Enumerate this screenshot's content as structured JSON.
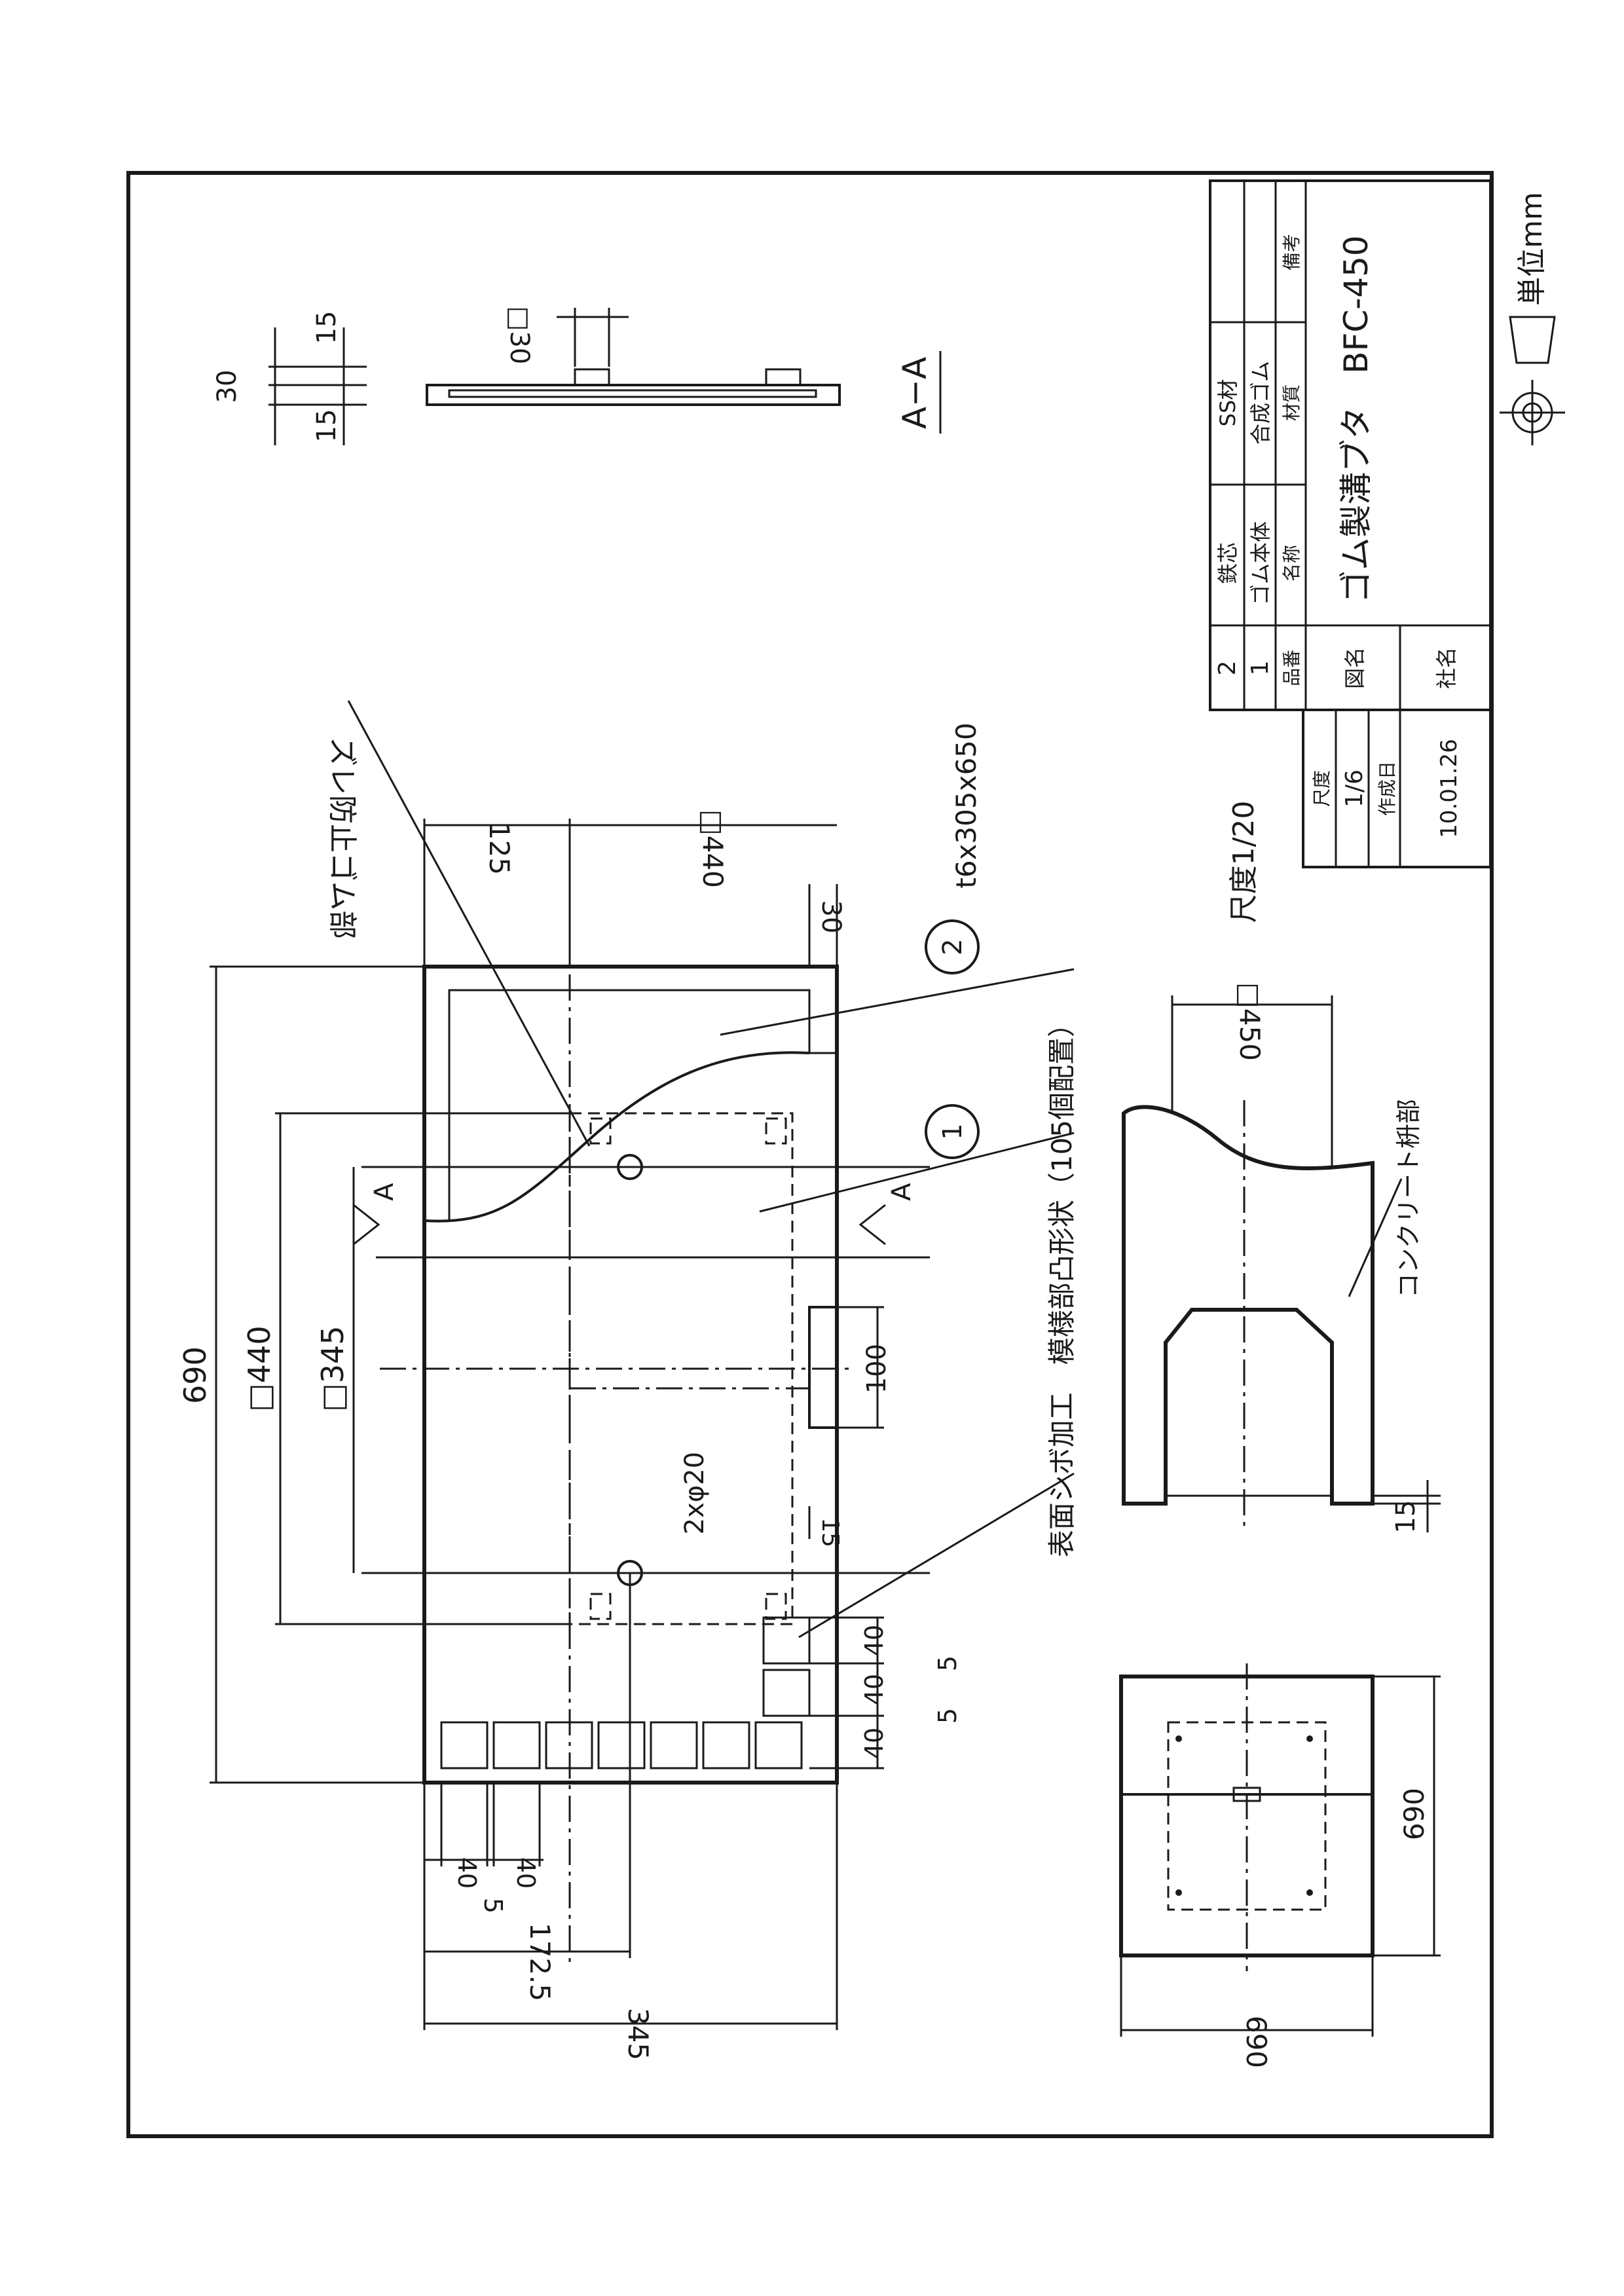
{
  "drawing": {
    "unit_label": "単位mm",
    "section_label": "A−A",
    "section_marker": "A",
    "plate_spec": "t6x305x650",
    "rubber_part_label": "ズレ防止ゴム部",
    "surface_label": "表面シボ加工　模様部凸形状（105個配置）",
    "scale_label": "尺度1/20",
    "concrete_label": "コンクリート枡部",
    "hole_label": "2xφ20",
    "balloon_1": "1",
    "balloon_2": "2",
    "dims": {
      "d30_top": "30",
      "d15_upper": "15",
      "d15_lower": "15",
      "d30_sq_small": "□30",
      "d125": "125",
      "d440_sq_top": "□440",
      "d30_edge": "30",
      "d690": "690",
      "d440_sq": "□440",
      "d345_sq": "□345",
      "d100": "100",
      "d15_notch": "15",
      "d40_a": "40",
      "d40_b": "40",
      "d40_c": "40",
      "d5_a": "5",
      "d5_b": "5",
      "d40_d": "40",
      "d40_e": "40",
      "d5_c": "5",
      "d172_5": "172.5",
      "d345": "345",
      "d450_sq": "□450",
      "d15_section": "15",
      "d690_plan_right": "690",
      "d690_plan_bottom": "690"
    }
  },
  "title_block": {
    "row2_no": "2",
    "row2_name": "鉄芯",
    "row2_material": "SS材",
    "row1_no": "1",
    "row1_name": "ゴム本体",
    "row1_material": "合成ゴム",
    "hdr_no": "品番",
    "hdr_name": "名称",
    "hdr_material": "材質",
    "hdr_remarks": "備考",
    "drawing_name_label": "図名",
    "drawing_name": "ゴム製溝ブタ　BFC-450",
    "company_label": "社名",
    "scale_label": "尺度",
    "scale_value": "1/6",
    "date_label": "作成日",
    "date_value": "10.01.26"
  }
}
